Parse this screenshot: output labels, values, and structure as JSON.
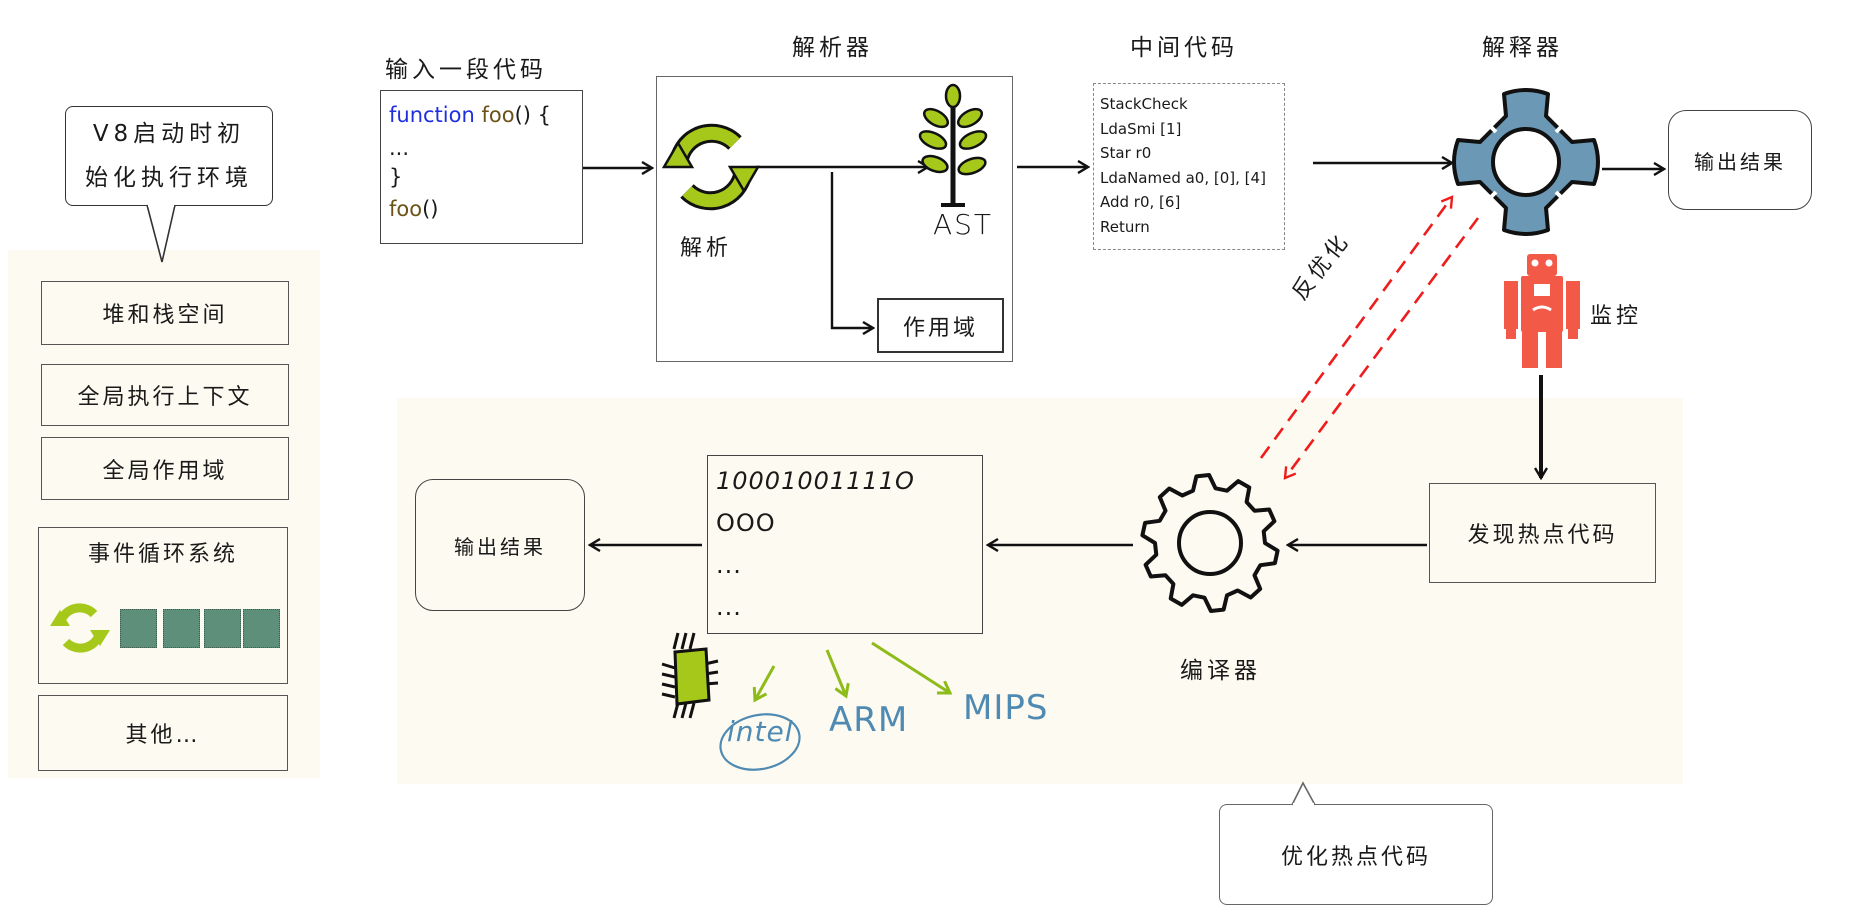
{
  "left_panel": {
    "callout": [
      "V8启动时初",
      "始化执行环境"
    ],
    "items": [
      {
        "label": "堆和栈空间"
      },
      {
        "label": "全局执行上下文"
      },
      {
        "label": "全局作用域"
      },
      {
        "label": "事件循环系统",
        "queue_length": 4
      },
      {
        "label": "其他…"
      }
    ]
  },
  "input": {
    "title": "输入一段代码",
    "code": {
      "line1_keyword": "function",
      "line1_name": "foo",
      "line1_rest": "() {",
      "line2": "...",
      "line3": "}",
      "line4_name": "foo",
      "line4_rest": "()"
    }
  },
  "parser": {
    "title": "解析器",
    "parse_label": "解析",
    "ast_label": "AST",
    "scope_label": "作用域"
  },
  "bytecode": {
    "title": "中间代码",
    "lines": [
      "StackCheck",
      "LdaSmi [1]",
      "Star r0",
      "LdaNamed a0, [0], [4]",
      "Add r0, [6]",
      "Return"
    ]
  },
  "interpreter": {
    "title": "解释器",
    "output_label": "输出结果",
    "monitor_label": "监控",
    "deopt_label": "反优化"
  },
  "compiler": {
    "title": "编译器",
    "hotspot_label": "发现热点代码",
    "machine_code": [
      "10001001111O",
      "OOO",
      "...",
      "..."
    ],
    "output_label": "输出结果",
    "architectures": [
      "intel",
      "ARM",
      "MIPS"
    ],
    "callout": "优化热点代码"
  },
  "colors": {
    "lime": "#a6c81a",
    "interpreter_blue": "#6b98b5",
    "robot_red": "#f25a47",
    "deopt_red": "#ee1c1c",
    "queue_green": "#5e8f7b",
    "arch_blue": "#4f8ab3",
    "band": "#fdfaf1"
  }
}
